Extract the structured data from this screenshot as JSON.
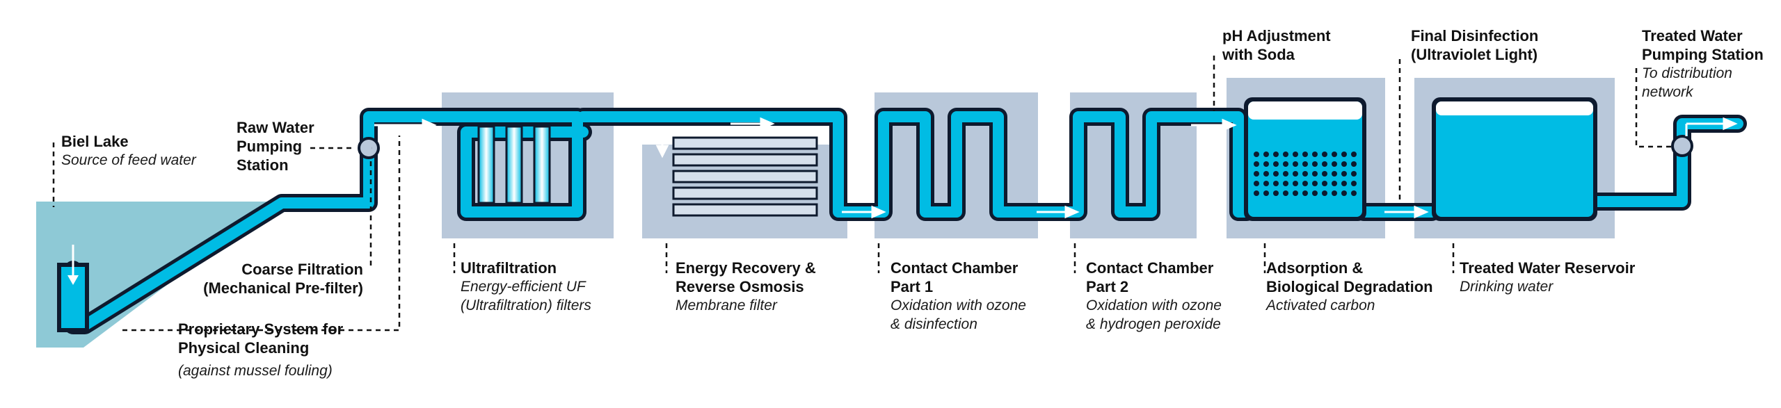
{
  "colors": {
    "water": "#00BCE4",
    "pipe_outline": "#0E1A2E",
    "lake": "#8EC9D6",
    "stage_box": "#B9C8DA",
    "arrow": "#FFFFFF",
    "text": "#111111"
  },
  "icons": [
    "flow-arrow-icon",
    "pump-icon",
    "membrane-icon",
    "activated-carbon-icon"
  ],
  "labels": {
    "biel_lake": {
      "title": "Biel Lake",
      "subtitle": "Source of feed water"
    },
    "raw_water_pumping": {
      "title_lines": [
        "Raw Water",
        "Pumping",
        "Station"
      ]
    },
    "coarse_filtration": {
      "title_lines": [
        "Coarse Filtration",
        "(Mechanical Pre-filter)"
      ]
    },
    "proprietary_system": {
      "title_lines": [
        "Proprietary System for",
        "Physical Cleaning"
      ],
      "subtitle": "(against mussel fouling)"
    },
    "ultrafiltration": {
      "title": "Ultrafiltration",
      "subtitle_lines": [
        "Energy-efficient UF",
        "(Ultrafiltration) filters"
      ]
    },
    "energy_recovery": {
      "title_lines": [
        "Energy Recovery &",
        "Reverse Osmosis"
      ],
      "subtitle": "Membrane filter"
    },
    "contact_chamber_1": {
      "title_lines": [
        "Contact Chamber",
        "Part 1"
      ],
      "subtitle_lines": [
        "Oxidation with ozone",
        "& disinfection"
      ]
    },
    "contact_chamber_2": {
      "title_lines": [
        "Contact Chamber",
        "Part 2"
      ],
      "subtitle_lines": [
        "Oxidation with ozone",
        "& hydrogen peroxide"
      ]
    },
    "ph_adjustment": {
      "title_lines": [
        "pH Adjustment",
        "with Soda"
      ]
    },
    "adsorption": {
      "title_lines": [
        "Adsorption &",
        "Biological Degradation"
      ],
      "subtitle": "Activated carbon"
    },
    "final_disinfection": {
      "title_lines": [
        "Final Disinfection",
        "(Ultraviolet Light)"
      ]
    },
    "treated_water_reservoir": {
      "title": "Treated Water Reservoir",
      "subtitle": "Drinking water"
    },
    "treated_water_pumping": {
      "title_lines": [
        "Treated Water",
        "Pumping Station"
      ],
      "subtitle_lines": [
        "To distribution",
        "network"
      ]
    }
  }
}
